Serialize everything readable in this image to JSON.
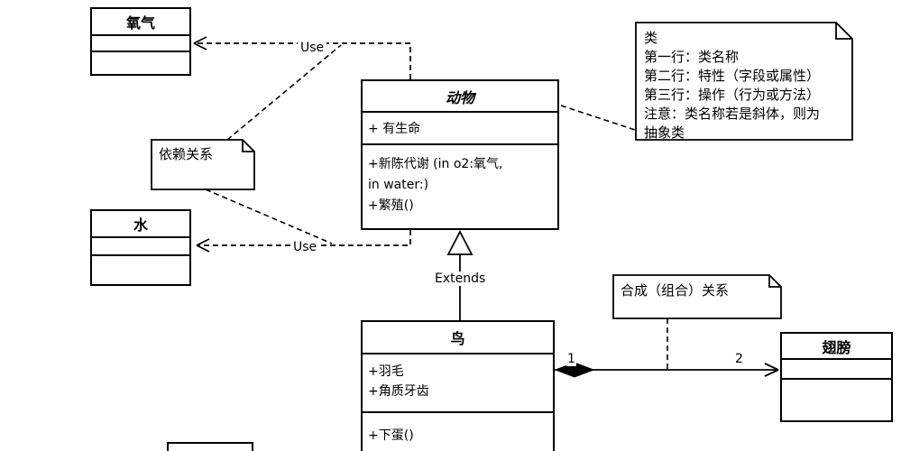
{
  "diagram": {
    "classes": {
      "oxygen": {
        "title": "氧气"
      },
      "water": {
        "title": "水"
      },
      "animal": {
        "title": "动物",
        "attr1": "+ 有生命",
        "op_line1": "+新陈代谢 (in o2:氧气,",
        "op_line2": "in water:)",
        "op_line3": "+繁殖()"
      },
      "bird": {
        "title": "鸟",
        "attr1": "+羽毛",
        "attr2": "+角质牙齿",
        "op1": "+下蛋()"
      },
      "wing": {
        "title": "翅膀"
      }
    },
    "notes": {
      "class_note": {
        "lines": [
          "类",
          "第一行：类名称",
          "第二行：特性（字段或属性）",
          "第三行：操作（行为或方法）",
          "注意：类名称若是斜体，则为",
          "抽象类"
        ]
      },
      "dependency_note": {
        "text": "依赖关系"
      },
      "composition_note": {
        "text": "合成（组合）关系"
      }
    },
    "labels": {
      "use_oxygen": "Use",
      "use_water": "Use",
      "extends": "Extends",
      "mult_one": "1",
      "mult_two": "2"
    },
    "colors": {
      "line": "#000000",
      "background": "#ffffff"
    }
  }
}
